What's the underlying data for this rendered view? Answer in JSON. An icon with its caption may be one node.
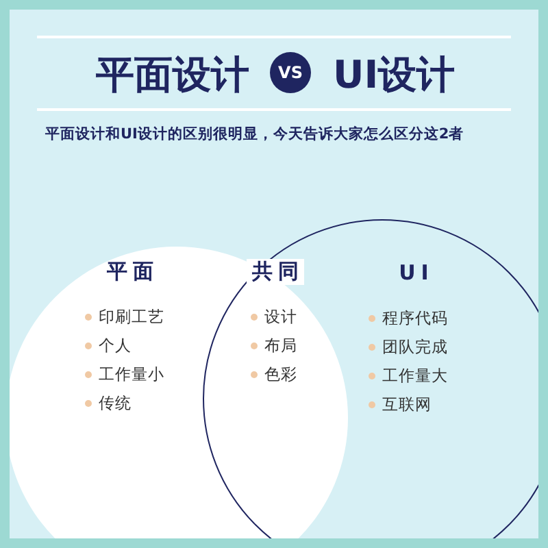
{
  "diagram": {
    "nodes": [
      {
        "text": [
          "平面",
          "印刷工艺",
          "个人",
          "工作量小",
          "传统"
        ]
      },
      {
        "text": [
          "UI",
          "程序代码",
          "团队完成",
          "工作量大",
          "互联网"
        ]
      }
    ],
    "labels": [
      "平面设计",
      "VS",
      "UI设计",
      "平面设计和UI设计的区别很明显，今天告诉大家怎么区分这2者",
      "共同",
      "设计",
      "布局",
      "色彩"
    ]
  }
}
